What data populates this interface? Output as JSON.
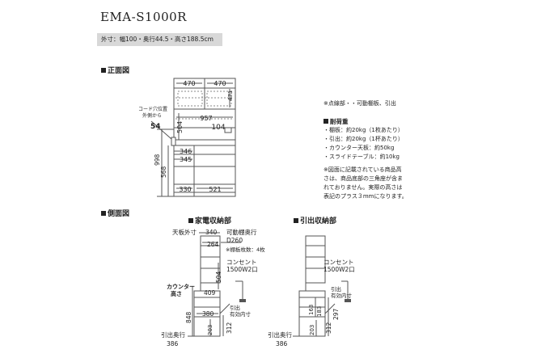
{
  "product": {
    "model": "EMA-S1000R",
    "dimensions": "外寸：幅100・奥行44.5・高さ188.5cm"
  },
  "front_view": {
    "heading": "正面図",
    "outlet_note": [
      "コード穴位置",
      "外側から"
    ],
    "dims": {
      "upper_left": "470",
      "upper_right": "470",
      "upper_h": "471",
      "total_w": "957",
      "outlet_from_side": "54",
      "h504": "504",
      "cutout": "104",
      "drawer1": "346",
      "drawer2": "345",
      "h998": "998",
      "h568": "568",
      "bottom_left": "330",
      "bottom_right": "521"
    }
  },
  "notes": {
    "legend": "※点線部・・可動棚板、引出",
    "load_title": "耐荷重",
    "load_items": [
      "・棚板：約20kg（1枚あたり）",
      "・引出：約20kg（1杯あたり）",
      "・カウンター天板：約50kg",
      "・スライドテーブル：約10kg"
    ],
    "disclaimer": [
      "※図面に記載されている商品高",
      "さは、商品底部の三角座が含ま",
      "れておりません。実際の高さは",
      "表記のプラス３mmになります。"
    ]
  },
  "side_view": {
    "heading": "側面図",
    "appliance": {
      "title": "家電収納部",
      "top_depth": "天板外寸",
      "d340": "340",
      "movable_shelf": "可動棚奥行",
      "d260": "D260",
      "d264": "264",
      "shelf_count": "※棚板枚数：4枚",
      "outlet": [
        "コンセント",
        "1500W2口"
      ],
      "h504": "504",
      "counter": [
        "カウンター",
        "高さ"
      ],
      "d409": "409",
      "d380": "380",
      "drawer_depth": [
        "引出",
        "有効内寸"
      ],
      "h848": "848",
      "h203": "203",
      "h312": "312",
      "pull_depth": "引出奥行",
      "d386": "386"
    },
    "drawer": {
      "title": "引出収納部",
      "outlet": [
        "コンセント",
        "1500W2口"
      ],
      "drawer_depth": [
        "引出",
        "有効内寸"
      ],
      "h163": "163",
      "h183": "183",
      "h297": "297",
      "h312": "312",
      "h203": "203",
      "pull_depth": "引出奥行",
      "d386": "386"
    }
  }
}
